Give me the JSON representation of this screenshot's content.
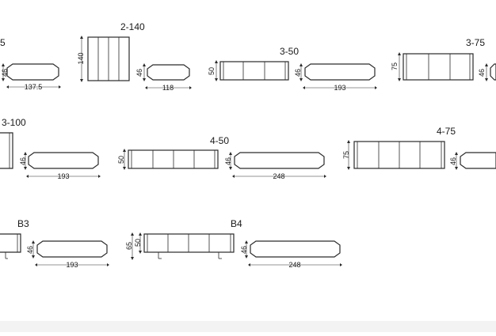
{
  "colors": {
    "line": "#2a2a2a",
    "footer": "#f3f3f3"
  },
  "rows": [
    {
      "items": [
        {
          "name": "partial-left",
          "label": "5",
          "depth": "46",
          "width": "137.5"
        },
        {
          "name": "2-140",
          "label": "2-140",
          "height": "140",
          "depth": "46",
          "width": "118"
        },
        {
          "name": "3-50",
          "label": "3-50",
          "height": "50",
          "depth": "46",
          "width": "193"
        },
        {
          "name": "3-75",
          "label": "3-75",
          "height": "75",
          "depth": "46"
        }
      ]
    },
    {
      "items": [
        {
          "name": "3-100",
          "label": "3-100",
          "depth": "46",
          "width": "193"
        },
        {
          "name": "4-50",
          "label": "4-50",
          "height": "50",
          "depth": "46",
          "width": "248"
        },
        {
          "name": "4-75",
          "label": "4-75",
          "height": "75",
          "depth": "46"
        }
      ]
    },
    {
      "items": [
        {
          "name": "B3",
          "label": "B3",
          "depth": "46",
          "width": "193"
        },
        {
          "name": "B4",
          "label": "B4",
          "height_total": "65",
          "height": "50",
          "depth": "46",
          "width": "248"
        }
      ]
    }
  ]
}
